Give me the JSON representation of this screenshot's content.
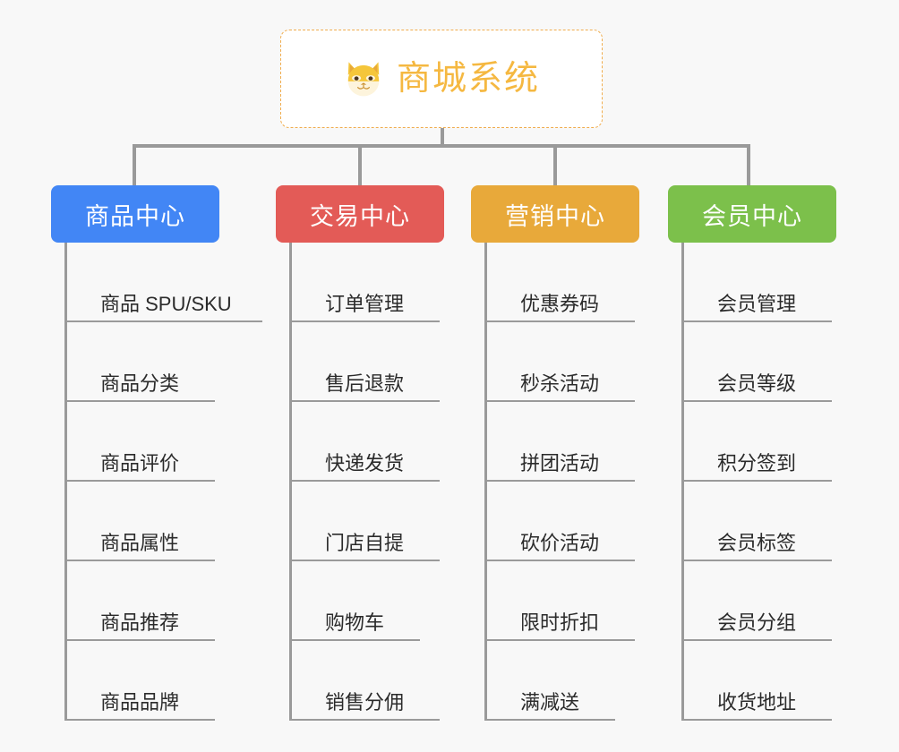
{
  "background_color": "#f8f8f8",
  "root": {
    "icon": "shiba-dog-face-icon",
    "title": "商城系统",
    "title_color": "#f5b841",
    "border_color": "#f0ad4e",
    "background_color": "#ffffff"
  },
  "connector_color": "#9a9a9a",
  "columns": [
    {
      "id": "product-center",
      "header": "商品中心",
      "color": "#4286f5",
      "items": [
        "商品 SPU/SKU",
        "商品分类",
        "商品评价",
        "商品属性",
        "商品推荐",
        "商品品牌"
      ]
    },
    {
      "id": "trade-center",
      "header": "交易中心",
      "color": "#e35b57",
      "items": [
        "订单管理",
        "售后退款",
        "快递发货",
        "门店自提",
        "购物车",
        "销售分佣"
      ]
    },
    {
      "id": "marketing-center",
      "header": "营销中心",
      "color": "#e8a93a",
      "items": [
        "优惠券码",
        "秒杀活动",
        "拼团活动",
        "砍价活动",
        "限时折扣",
        "满减送"
      ]
    },
    {
      "id": "member-center",
      "header": "会员中心",
      "color": "#7cc04b",
      "items": [
        "会员管理",
        "会员等级",
        "积分签到",
        "会员标签",
        "会员分组",
        "收货地址"
      ]
    }
  ]
}
